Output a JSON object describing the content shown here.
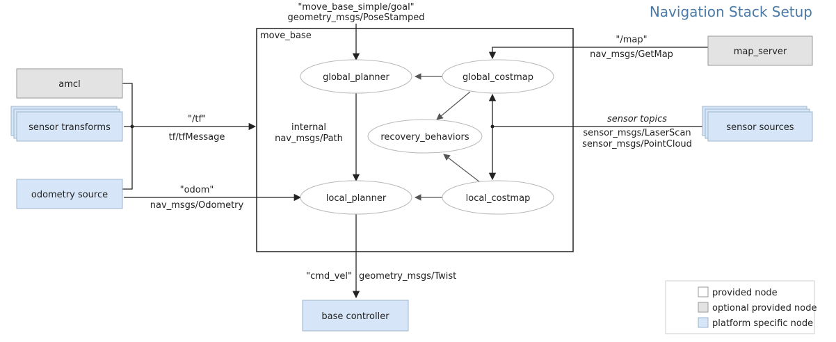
{
  "title": "Navigation Stack Setup",
  "container": {
    "label": "move_base"
  },
  "nodes": {
    "global_planner": "global_planner",
    "global_costmap": "global_costmap",
    "recovery_behaviors": "recovery_behaviors",
    "local_planner": "local_planner",
    "local_costmap": "local_costmap",
    "amcl": "amcl",
    "sensor_transforms": "sensor transforms",
    "odometry_source": "odometry source",
    "map_server": "map_server",
    "sensor_sources": "sensor sources",
    "base_controller": "base controller"
  },
  "edges": {
    "goal_topic": "\"move_base_simple/goal\"",
    "goal_type": "geometry_msgs/PoseStamped",
    "map_topic": "\"/map\"",
    "map_type": "nav_msgs/GetMap",
    "tf_topic": "\"/tf\"",
    "tf_type": "tf/tfMessage",
    "odom_topic": "\"odom\"",
    "odom_type": "nav_msgs/Odometry",
    "internal_label": "internal",
    "internal_type": "nav_msgs/Path",
    "sensor_topics": "sensor topics",
    "sensor_type_1": "sensor_msgs/LaserScan",
    "sensor_type_2": "sensor_msgs/PointCloud",
    "cmd_vel_topic": "\"cmd_vel\"",
    "cmd_vel_type": "geometry_msgs/Twist"
  },
  "legend": {
    "provided": "provided node",
    "optional": "optional provided node",
    "platform": "platform specific node"
  },
  "colors": {
    "title": "#4a7aa8",
    "optional_fill": "#e3e3e3",
    "platform_fill": "#d6e6f8",
    "provided_fill": "#ffffff"
  }
}
